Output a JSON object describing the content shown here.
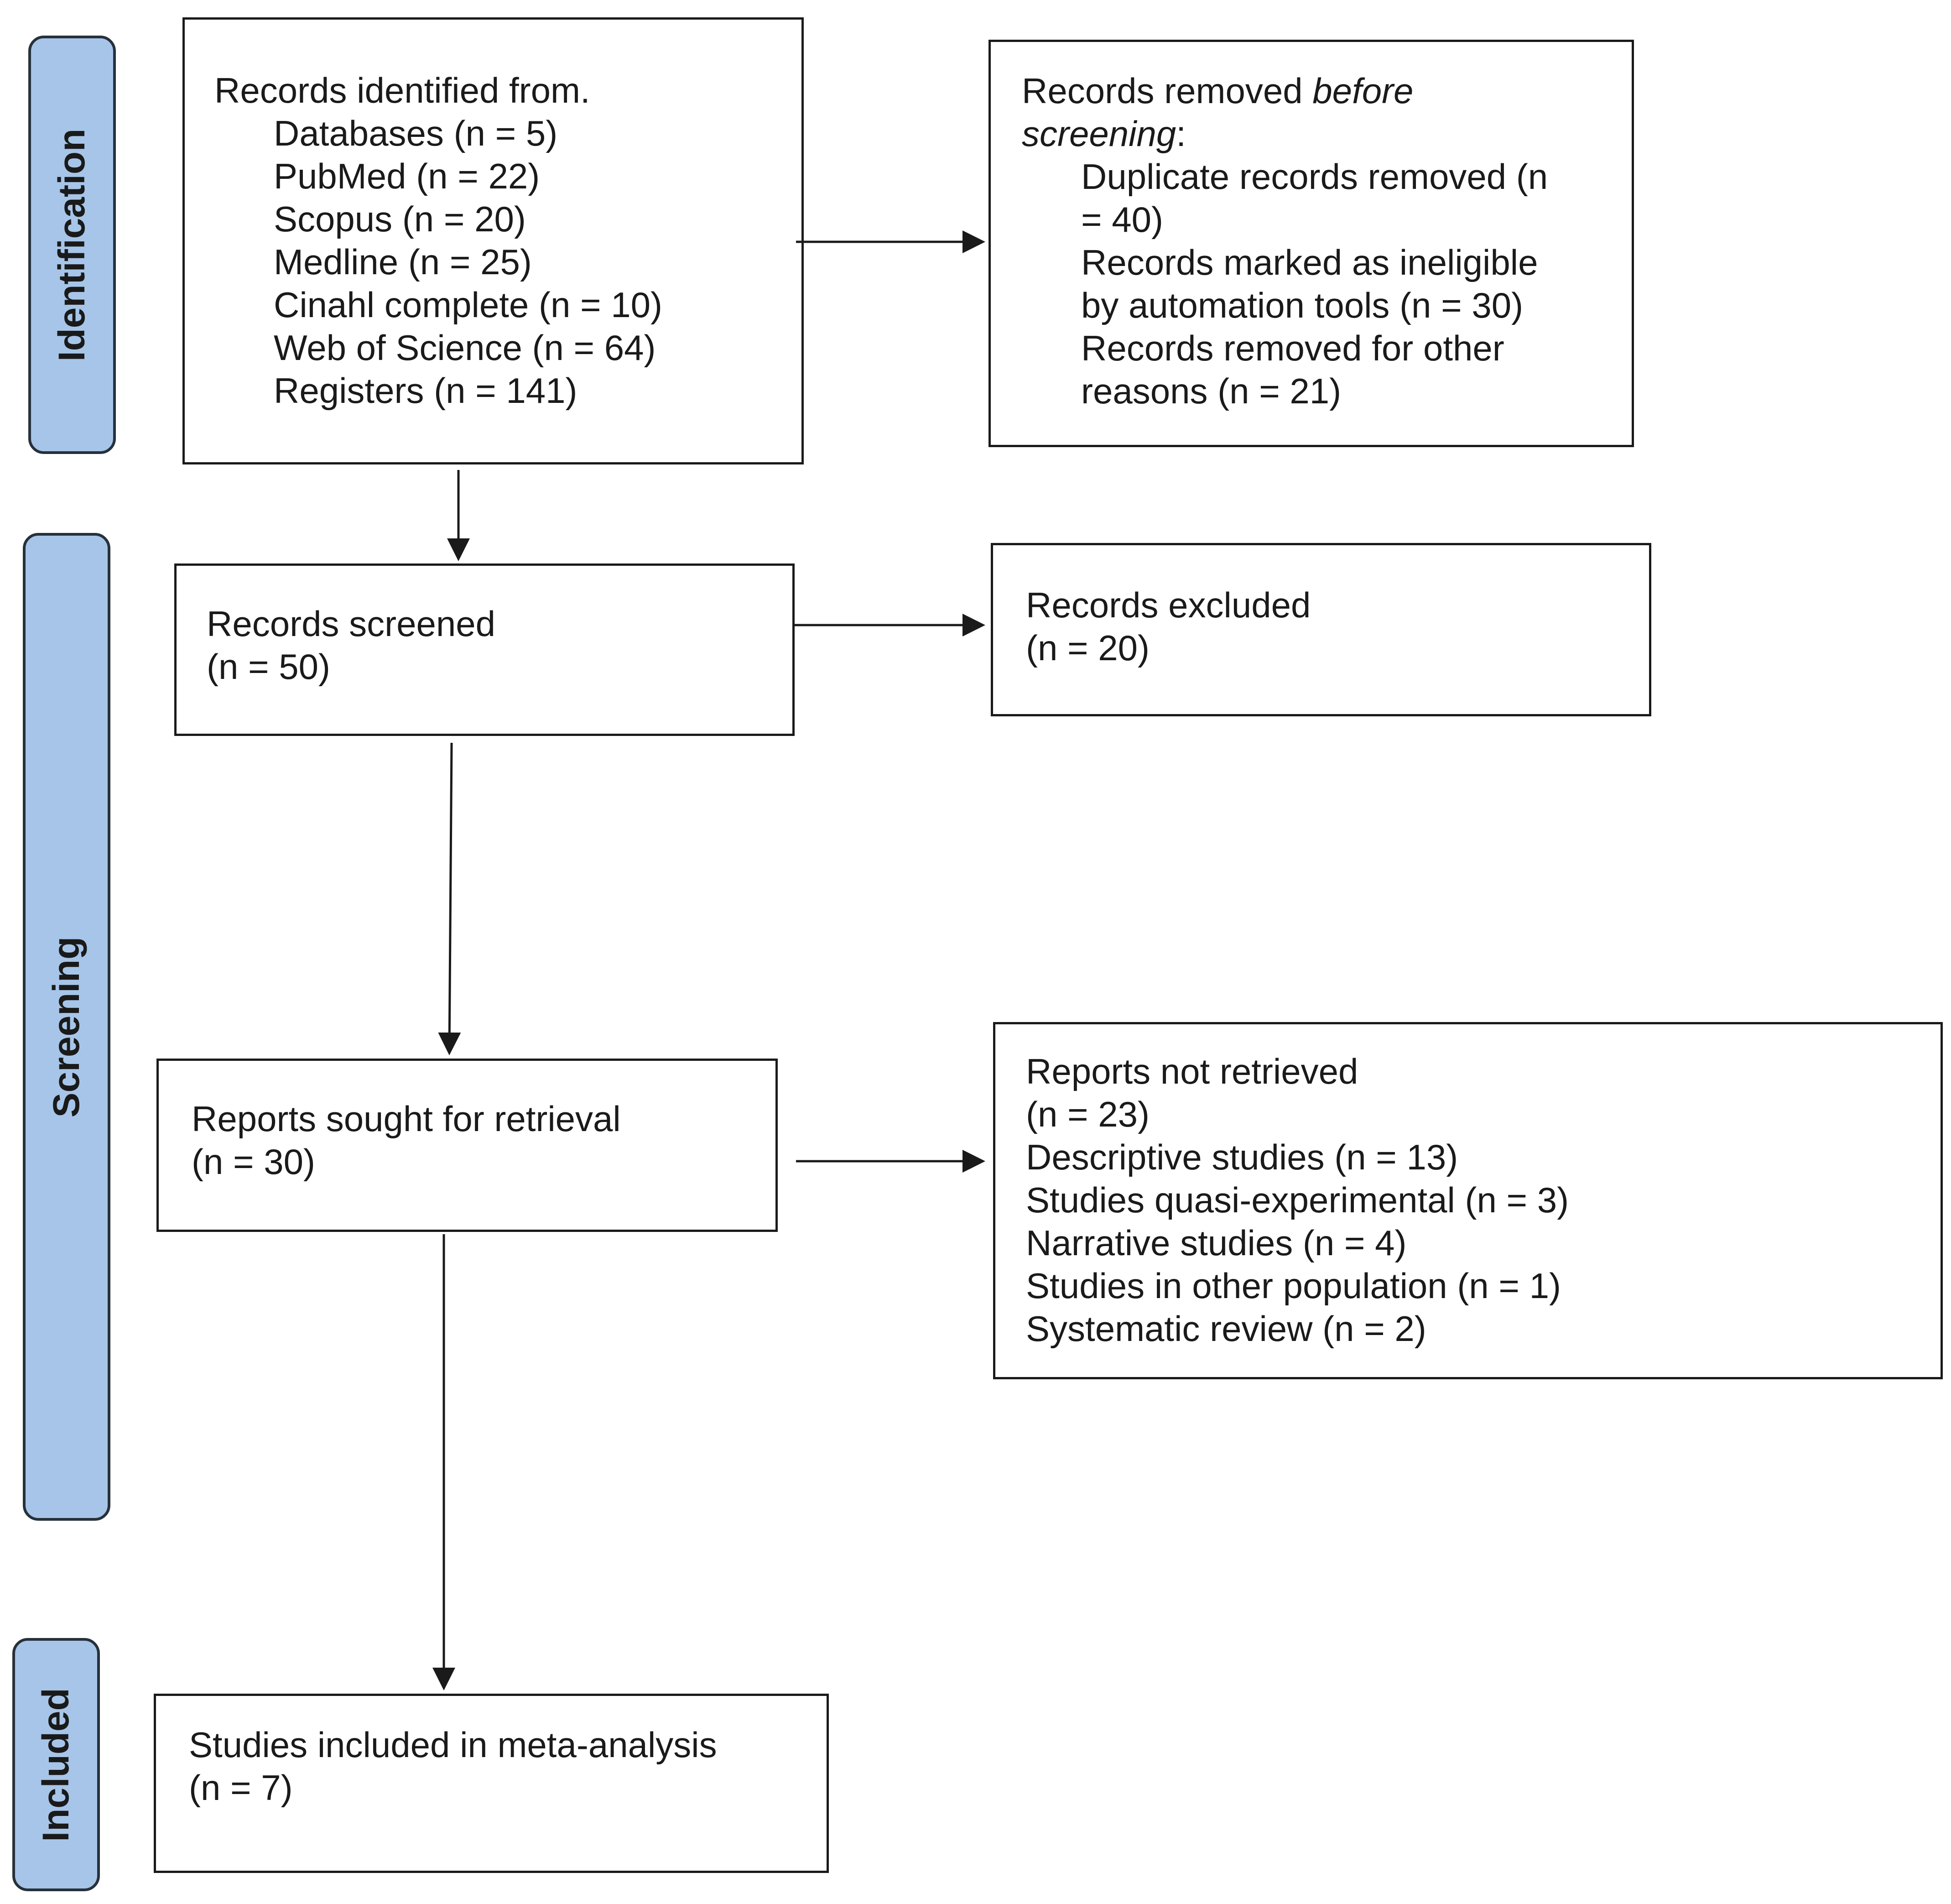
{
  "phases": {
    "identification": "Identification",
    "screening": "Screening",
    "included": "Included"
  },
  "identified": {
    "heading": "Records identified from.",
    "items": [
      "Databases (n = 5)",
      "PubMed (n = 22)",
      "Scopus (n = 20)",
      "Medline (n = 25)",
      "Cinahl complete (n = 10)",
      "Web of Science (n = 64)",
      "Registers (n = 141)"
    ]
  },
  "removed": {
    "heading_plain": "Records removed ",
    "heading_italic_1": "before",
    "heading_italic_2": "screening",
    "heading_colon": ":",
    "items": [
      "Duplicate records removed (n",
      "= 40)",
      "Records marked as ineligible",
      "by automation tools (n = 30)",
      "Records removed for other",
      "reasons (n = 21)"
    ]
  },
  "screened": {
    "label": "Records screened",
    "count": "(n = 50)"
  },
  "excluded": {
    "label": "Records excluded",
    "count": "(n = 20)"
  },
  "sought": {
    "label": "Reports sought for retrieval",
    "count": "(n = 30)"
  },
  "not_retrieved": {
    "label": "Reports not retrieved",
    "count": "(n = 23)",
    "items": [
      "Descriptive studies (n = 13)",
      "Studies quasi-experimental (n = 3)",
      "Narrative studies (n = 4)",
      "Studies in other population (n = 1)",
      "Systematic review (n = 2)"
    ]
  },
  "included": {
    "label": "Studies included in meta-analysis",
    "count": "(n = 7)"
  },
  "colors": {
    "phase_fill": "#a6c5e8",
    "phase_border": "#27313b",
    "line": "#1a1a1a"
  }
}
